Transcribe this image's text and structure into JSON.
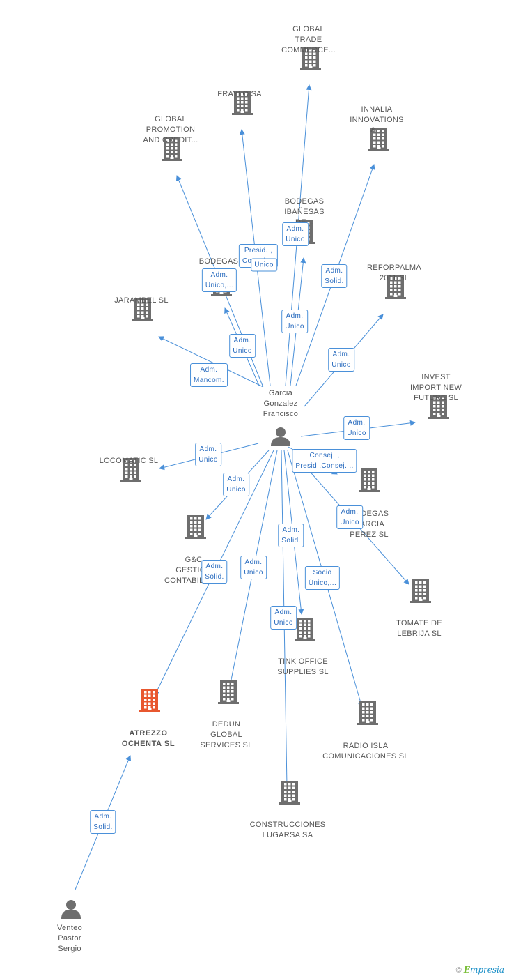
{
  "colors": {
    "edge": "#4a90d9",
    "building": "#6e6e6e",
    "main_building": "#e8572f",
    "person": "#6e6e6e",
    "label": "#555555"
  },
  "persons": [
    {
      "id": "garcia",
      "name": "Garcia\nGonzalez\nFrancisco"
    },
    {
      "id": "venteo",
      "name": "Venteo\nPastor\nSergio"
    }
  ],
  "companies": [
    {
      "id": "global_trade",
      "name": "GLOBAL\nTRADE\nCOMMERCE..."
    },
    {
      "id": "fraylo",
      "name": "FRAYLO SA"
    },
    {
      "id": "innalia",
      "name": "INNALIA\nINNOVATIONS\n&..."
    },
    {
      "id": "global_promotion",
      "name": "GLOBAL\nPROMOTION\nAND CREDIT..."
    },
    {
      "id": "bodegas_ibanesas",
      "name": "BODEGAS\nIBAÑESAS\nDE..."
    },
    {
      "id": "bodegas_2",
      "name": "BODEGAS"
    },
    {
      "id": "reforpalma",
      "name": "REFORPALMA\n2011 SL"
    },
    {
      "id": "jarambel",
      "name": "JARAMBEL SL"
    },
    {
      "id": "invest_import",
      "name": "INVEST\nIMPORT NEW\nFUTURE SL"
    },
    {
      "id": "locomatic",
      "name": "LOCOMATIC SL"
    },
    {
      "id": "bodegas_garcia",
      "name": "BODEGAS\nGARCIA\nPEREZ SL"
    },
    {
      "id": "gc_gestion",
      "name": "G&C\nGESTION\nCONTABILIDAD"
    },
    {
      "id": "tomate",
      "name": "TOMATE DE\nLEBRIJA SL"
    },
    {
      "id": "tink",
      "name": "TINK OFFICE\nSUPPLIES SL"
    },
    {
      "id": "atrezzo",
      "name": "ATREZZO\nOCHENTA SL",
      "main": true
    },
    {
      "id": "dedun",
      "name": "DEDUN\nGLOBAL\nSERVICES SL"
    },
    {
      "id": "radio_isla",
      "name": "RADIO ISLA\nCOMUNICACIONES SL"
    },
    {
      "id": "construcciones",
      "name": "CONSTRUCCIONES\nLUGARSA SA"
    }
  ],
  "relations": [
    {
      "to": "global_trade",
      "label": "Adm.\nUnico"
    },
    {
      "to": "fraylo",
      "label": "Presid. ,\nConsej...."
    },
    {
      "to": "innalia",
      "label": "Adm.\nSolid."
    },
    {
      "to": "global_promotion",
      "label": "Adm.\nUnico,..."
    },
    {
      "to": "bodegas_ibanesas",
      "label": "Adm.\nUnico"
    },
    {
      "to": "bodegas_2",
      "label": "Adm.\nUnico"
    },
    {
      "to": "reforpalma",
      "label": "Adm.\nUnico"
    },
    {
      "to": "jarambel",
      "label": "Adm.\nMancom."
    },
    {
      "to": "invest_import",
      "label": "Adm.\nUnico"
    },
    {
      "to": "locomatic",
      "label": "Adm.\nUnico"
    },
    {
      "to": "bodegas_garcia",
      "label": "Consej. ,\nPresid.,Consej...."
    },
    {
      "to": "gc_gestion",
      "label": "Adm.\nUnico"
    },
    {
      "to": "tomate",
      "label": "Adm.\nUnico"
    },
    {
      "to": "tink",
      "label": "Adm.\nSolid."
    },
    {
      "to": "atrezzo",
      "label": "Adm.\nSolid."
    },
    {
      "to": "dedun",
      "label": "Adm.\nUnico"
    },
    {
      "to": "radio_isla",
      "label": "Socio\nÚnico,..."
    },
    {
      "to": "construcciones",
      "label": "Adm.\nUnico"
    },
    {
      "to": "atrezzo",
      "from": "venteo",
      "label": "Adm.\nSolid."
    },
    {
      "to": "bodegas_ibanesas",
      "label": "Unico"
    }
  ],
  "footer": {
    "copyright": "©",
    "brand": "mpresia",
    "brand_initial": "E"
  }
}
